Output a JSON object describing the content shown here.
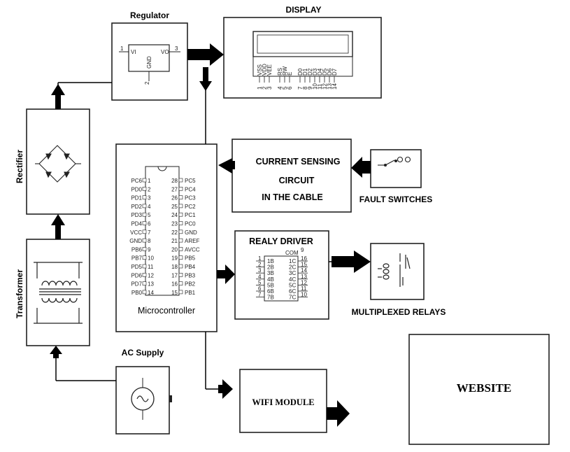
{
  "blocks": {
    "regulator": {
      "title": "Regulator",
      "pin_vi": "VI",
      "pin_vo": "VO",
      "pin_gnd": "GND",
      "pin_1": "1",
      "pin_2": "2",
      "pin_3": "3"
    },
    "display": {
      "title": "DISPLAY",
      "pins": [
        "VSS",
        "VDD",
        "VEE",
        "RS",
        "RW",
        "E",
        "D0",
        "D1",
        "D2",
        "D3",
        "D4",
        "D5",
        "D6",
        "D7"
      ],
      "pin_numbers": [
        "1",
        "2",
        "3",
        "4",
        "5",
        "6",
        "7",
        "8",
        "9",
        "10",
        "11",
        "12",
        "13",
        "14"
      ]
    },
    "rectifier": {
      "title": "Rectifier"
    },
    "transformer": {
      "title": "Transformer"
    },
    "ac_supply": {
      "title": "AC Supply"
    },
    "microcontroller": {
      "title": "Microcontroller",
      "left_pins": [
        {
          "name": "PC6",
          "num": "1"
        },
        {
          "name": "PD0",
          "num": "2"
        },
        {
          "name": "PD1",
          "num": "3"
        },
        {
          "name": "PD2",
          "num": "4"
        },
        {
          "name": "PD3",
          "num": "5"
        },
        {
          "name": "PD4",
          "num": "6"
        },
        {
          "name": "VCC",
          "num": "7"
        },
        {
          "name": "GND",
          "num": "8"
        },
        {
          "name": "PB6",
          "num": "9"
        },
        {
          "name": "PB7",
          "num": "10"
        },
        {
          "name": "PD5",
          "num": "11"
        },
        {
          "name": "PD6",
          "num": "12"
        },
        {
          "name": "PD7",
          "num": "13"
        },
        {
          "name": "PB0",
          "num": "14"
        }
      ],
      "right_pins": [
        {
          "name": "PC5",
          "num": "28"
        },
        {
          "name": "PC4",
          "num": "27"
        },
        {
          "name": "PC3",
          "num": "26"
        },
        {
          "name": "PC2",
          "num": "25"
        },
        {
          "name": "PC1",
          "num": "24"
        },
        {
          "name": "PC0",
          "num": "23"
        },
        {
          "name": "GND",
          "num": "22"
        },
        {
          "name": "AREF",
          "num": "21"
        },
        {
          "name": "AVCC",
          "num": "20"
        },
        {
          "name": "PB5",
          "num": "19"
        },
        {
          "name": "PB4",
          "num": "18"
        },
        {
          "name": "PB3",
          "num": "17"
        },
        {
          "name": "PB2",
          "num": "16"
        },
        {
          "name": "PB1",
          "num": "15"
        }
      ]
    },
    "current_sensing": {
      "line1": "CURRENT SENSING",
      "line2": "CIRCUIT",
      "line3": "IN THE CABLE"
    },
    "fault_switches": {
      "title": "FAULT SWITCHES"
    },
    "relay_driver": {
      "title": "REALY DRIVER",
      "com_label": "COM",
      "com_num": "9",
      "left_nums": [
        "1",
        "2",
        "3",
        "4",
        "5",
        "6",
        "7"
      ],
      "inputs": [
        "1B",
        "2B",
        "3B",
        "4B",
        "5B",
        "6B",
        "7B"
      ],
      "outputs": [
        "1C",
        "2C",
        "3C",
        "4C",
        "5C",
        "6C",
        "7C"
      ],
      "right_nums": [
        "16",
        "15",
        "14",
        "13",
        "12",
        "11",
        "10"
      ]
    },
    "relays": {
      "title": "MULTIPLEXED RELAYS"
    },
    "wifi": {
      "title": "WIFI MODULE"
    },
    "website": {
      "title": "WEBSITE"
    }
  }
}
